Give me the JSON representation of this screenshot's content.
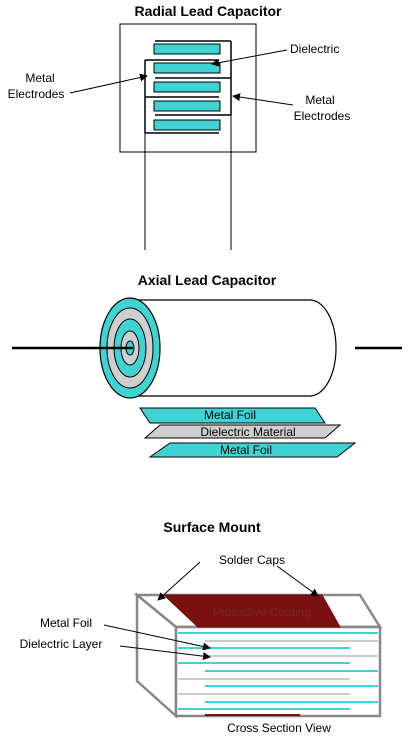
{
  "radial": {
    "title": "Radial Lead Capacitor",
    "label_dielectric": "Dielectric",
    "label_left_1": "Metal",
    "label_left_2": "Electrodes",
    "label_right_1": "Metal",
    "label_right_2": "Electrodes"
  },
  "axial": {
    "title": "Axial Lead Capacitor",
    "label_foil_top": "Metal Foil",
    "label_dielectric": "Dielectric Material",
    "label_foil_bottom": "Metal Foil"
  },
  "smd": {
    "title": "Surface Mount",
    "label_solder_caps": "Solder Caps",
    "label_coating": "Protective Coating",
    "label_metal_foil": "Metal Foil",
    "label_dielectric_layer": "Dielectric Layer",
    "label_cross_section": "Cross Section View"
  },
  "colors": {
    "cyan": "#3fd3d3",
    "coating": "#7a1010",
    "gray": "#c8c8c8",
    "dark_gray": "#888888"
  }
}
